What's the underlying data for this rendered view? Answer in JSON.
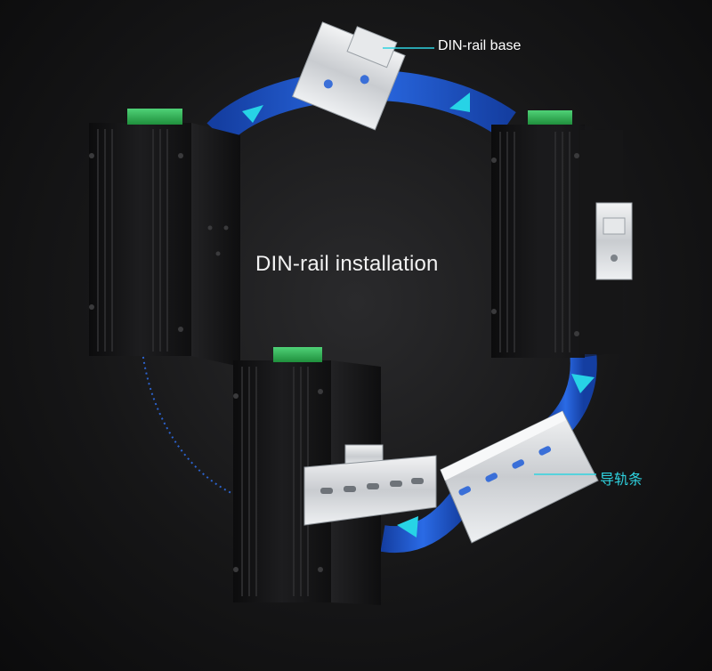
{
  "labels": {
    "title": "DIN-rail installation",
    "din_rail_base": "DIN-rail base",
    "rail_strip": "导轨条"
  },
  "colors": {
    "background": "#131314",
    "arrow_blue": "#1f5fd6",
    "arrow_head": "#27d3e6",
    "terminal_green": "#27a84a",
    "device_body": "#1a1a1b",
    "metal": "#d9dcdf",
    "label_accent": "#2fd3e0"
  },
  "icons": {
    "flow_arrows": "cyan-triangle-arrow",
    "dotted_path": "blue-dotted-arc"
  }
}
